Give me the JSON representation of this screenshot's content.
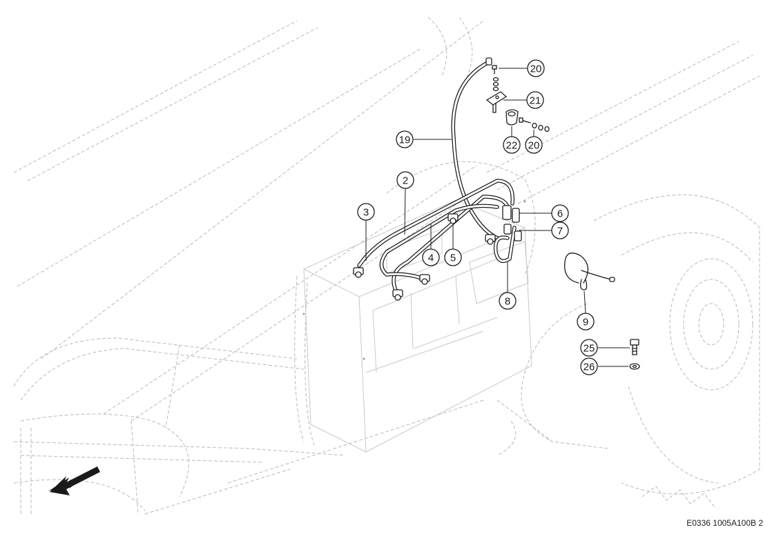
{
  "drawing_code": "E0336 1005A100B 2",
  "callouts": [
    {
      "label": "2"
    },
    {
      "label": "3"
    },
    {
      "label": "4"
    },
    {
      "label": "5"
    },
    {
      "label": "6"
    },
    {
      "label": "7"
    },
    {
      "label": "8"
    },
    {
      "label": "9"
    },
    {
      "label": "19"
    },
    {
      "label": "20"
    },
    {
      "label": "21"
    },
    {
      "label": "22"
    },
    {
      "label": "20"
    },
    {
      "label": "25"
    },
    {
      "label": "26"
    }
  ],
  "icons": {
    "direction_arrow": "front-direction-arrow-icon"
  }
}
